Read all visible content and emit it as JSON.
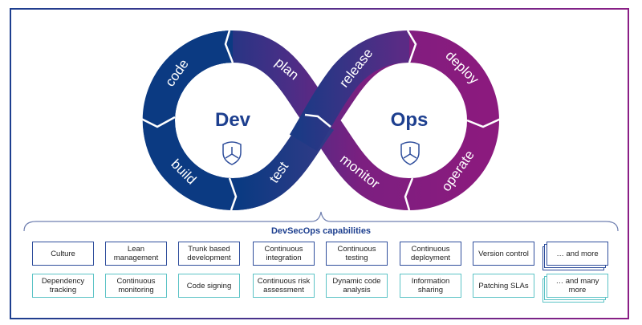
{
  "colors": {
    "dev_blue": "#0b3a82",
    "ops_purple": "#8b1a7e",
    "capability_border": "#2f4e9c",
    "security_border": "#5cc3c6"
  },
  "loop": {
    "dev_label": "Dev",
    "ops_label": "Ops",
    "stages": [
      "code",
      "plan",
      "release",
      "deploy",
      "build",
      "test",
      "monitor",
      "operate"
    ],
    "icons": [
      "shield-icon",
      "shield-icon"
    ]
  },
  "capabilities": {
    "title": "DevSecOps capabilities",
    "row1": [
      "Culture",
      "Lean management",
      "Trunk based development",
      "Continuous integration",
      "Continuous testing",
      "Continuous deployment",
      "Version control",
      "… and more"
    ],
    "row2": [
      "Dependency tracking",
      "Continuous monitoring",
      "Code signing",
      "Continuous risk assessment",
      "Dynamic code analysis",
      "Information sharing",
      "Patching SLAs",
      "… and many more"
    ]
  }
}
